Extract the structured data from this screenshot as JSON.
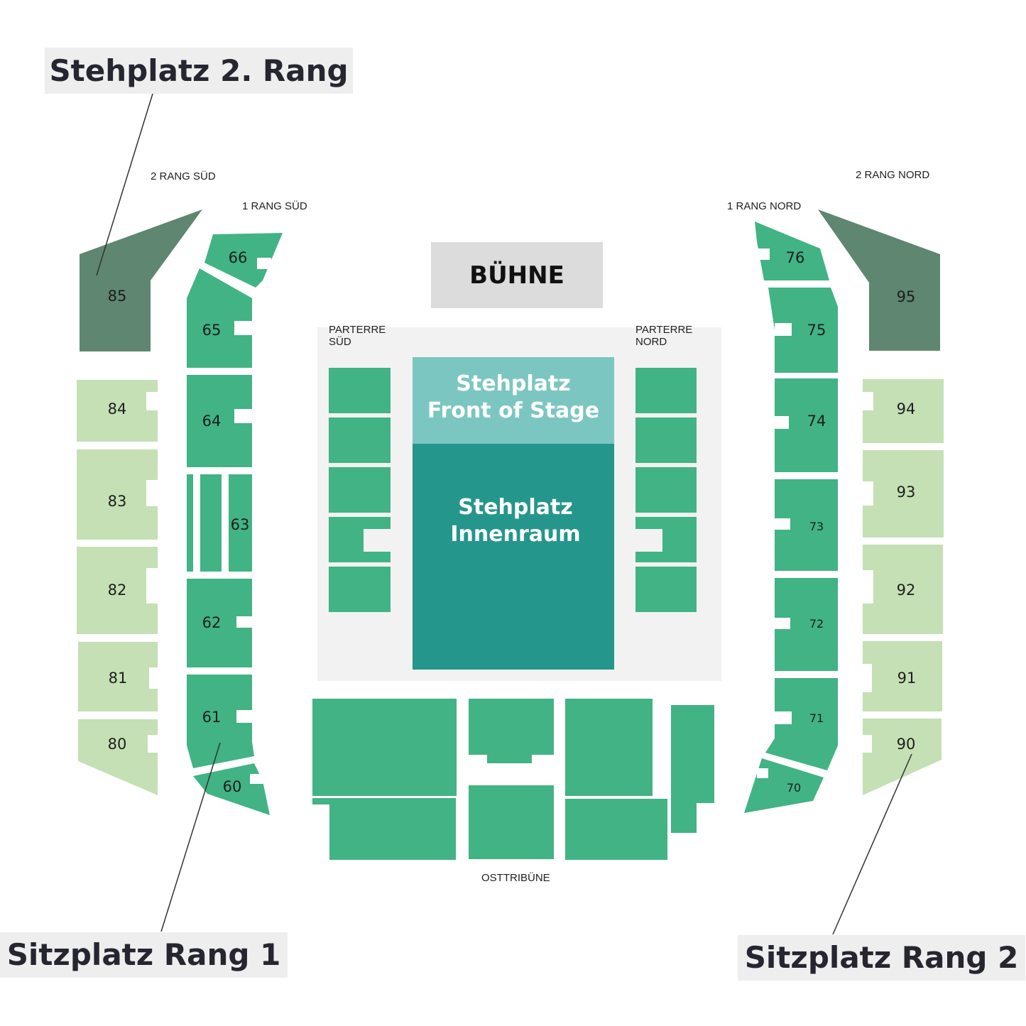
{
  "callouts": {
    "standing_upper": "Stehplatz 2. Rang",
    "seating_tier1": "Sitzplatz Rang 1",
    "seating_tier2": "Sitzplatz Rang 2"
  },
  "stage": {
    "label": "BÜHNE"
  },
  "area_labels": {
    "rang2_sued": "2 RANG SÜD",
    "rang1_sued": "1 RANG SÜD",
    "rang2_nord": "2 RANG NORD",
    "rang1_nord": "1 RANG NORD",
    "parterre_sued_line1": "PARTERRE",
    "parterre_sued_line2": "SÜD",
    "parterre_nord_line1": "PARTERRE",
    "parterre_nord_line2": "NORD",
    "osttribuene": "OSTTRIBÜNE"
  },
  "floor": {
    "front_of_stage_line1": "Stehplatz",
    "front_of_stage_line2": "Front of Stage",
    "innenraum_line1": "Stehplatz",
    "innenraum_line2": "Innenraum"
  },
  "blocks": {
    "b60": "60",
    "b61": "61",
    "b62": "62",
    "b63": "63",
    "b64": "64",
    "b65": "65",
    "b66": "66",
    "b70": "70",
    "b71": "71",
    "b72": "72",
    "b73": "73",
    "b74": "74",
    "b75": "75",
    "b76": "76",
    "b80": "80",
    "b81": "81",
    "b82": "82",
    "b83": "83",
    "b84": "84",
    "b85": "85",
    "b90": "90",
    "b91": "91",
    "b92": "92",
    "b93": "93",
    "b94": "94",
    "b95": "95"
  },
  "colors": {
    "rang1": "#41b385",
    "rang2_seating": "#c5e0b4",
    "rang2_standing": "#5e8670",
    "front_of_stage": "#7cc6c1",
    "innenraum": "#25968b",
    "parterre_bg": "#f2f2f2",
    "callout_bg": "#eeeeee"
  }
}
